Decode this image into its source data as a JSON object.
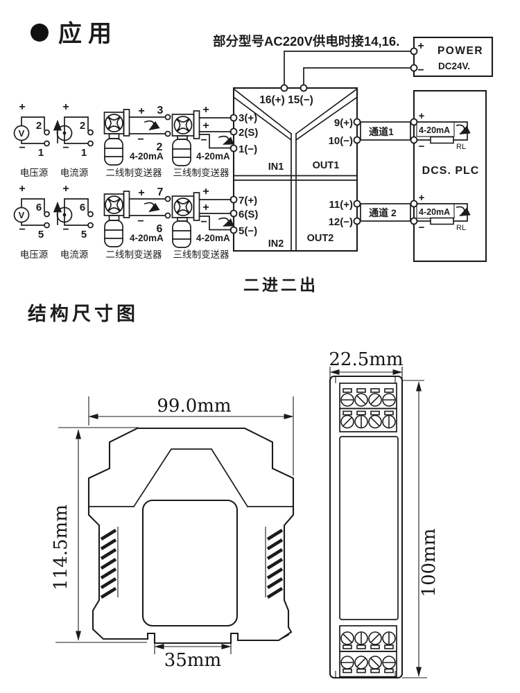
{
  "headings": {
    "section1": "应用",
    "note": "部分型号AC220V供电时接14,16.",
    "diagram_caption": "二进二出",
    "section2": "结构尺寸图"
  },
  "power": {
    "plus": "+",
    "minus": "−",
    "title": "POWER",
    "voltage": "DC24V."
  },
  "isolator": {
    "top_terminals": "16(+) 15(−)",
    "in1": {
      "name": "IN1",
      "t1": "3(+)",
      "t2": "2(S)",
      "t3": "1(−)"
    },
    "out1": {
      "name": "OUT1",
      "t1": "9(+)",
      "t2": "10(−)"
    },
    "in2": {
      "name": "IN2",
      "t1": "7(+)",
      "t2": "6(S)",
      "t3": "5(−)"
    },
    "out2": {
      "name": "OUT2",
      "t1": "11(+)",
      "t2": "12(−)"
    }
  },
  "channels": {
    "ch1": "通道1",
    "ch2": "通道 2"
  },
  "dcs": {
    "name": "DCS. PLC",
    "loop": "4-20mA",
    "load": "RL",
    "plus": "+",
    "minus": "−"
  },
  "sources": {
    "voltage_label": "电压源",
    "current_label": "电流源",
    "two_wire_label": "二线制变送器",
    "three_wire_label": "三线制变送器",
    "signal": "4-20mA",
    "plus": "+",
    "minus": "−",
    "v": "V",
    "row1": {
      "term_top": "2",
      "term_bottom": "1",
      "wire_top": "3",
      "wire_bottom": "2"
    },
    "row2": {
      "term_top": "6",
      "term_bottom": "5",
      "wire_top": "7",
      "wire_bottom": "6"
    }
  },
  "dimensions": {
    "width": "99.0mm",
    "height": "114.5mm",
    "rail": "35mm",
    "depth": "22.5mm",
    "body_height": "100mm"
  }
}
